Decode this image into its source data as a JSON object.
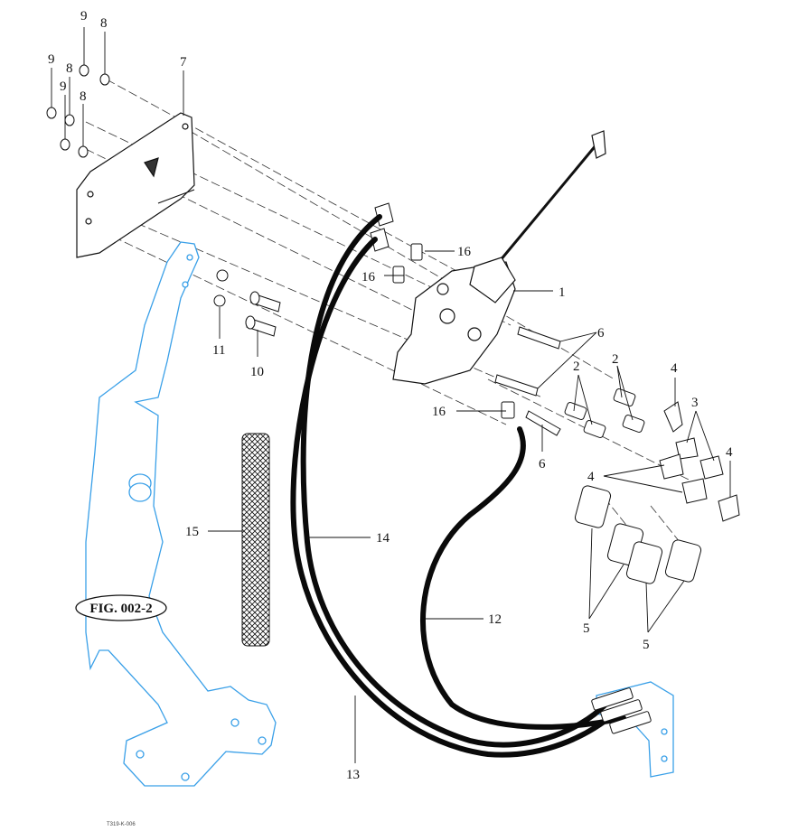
{
  "figure_ref": "FIG. 002-2",
  "drawing_code": "T319-K-006",
  "colors": {
    "reference_part": "#3aa0e8",
    "line": "#111111",
    "hose": "#0a0a0a"
  },
  "callouts": {
    "c1": "1",
    "c2a": "2",
    "c2b": "2",
    "c3": "3",
    "c4a": "4",
    "c4b": "4",
    "c4c": "4",
    "c5a": "5",
    "c5b": "5",
    "c6a": "6",
    "c6b": "6",
    "c7": "7",
    "c8a": "8",
    "c8b": "8",
    "c8c": "8",
    "c9a": "9",
    "c9b": "9",
    "c9c": "9",
    "c10": "10",
    "c11": "11",
    "c12": "12",
    "c13": "13",
    "c14": "14",
    "c15": "15",
    "c16a": "16",
    "c16b": "16",
    "c16c": "16"
  }
}
